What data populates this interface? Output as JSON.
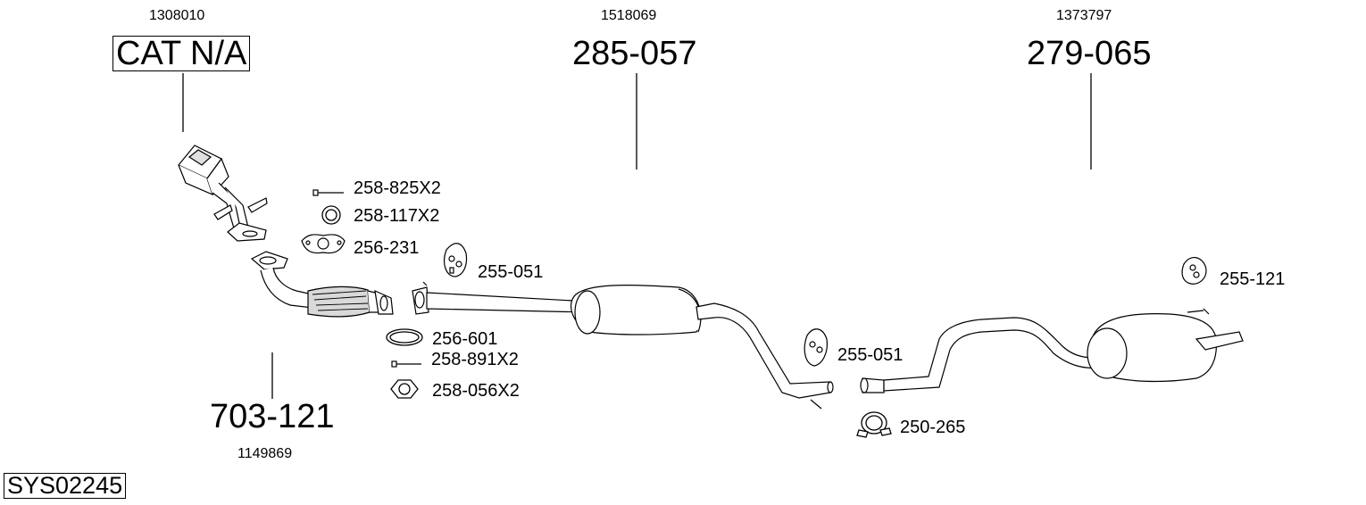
{
  "diagram": {
    "system_code": "SYS02245",
    "groups": [
      {
        "ref": "1308010",
        "part": "CAT N/A"
      },
      {
        "ref": "1518069",
        "part": "285-057"
      },
      {
        "ref": "1373797",
        "part": "279-065"
      },
      {
        "ref": "1149869",
        "part": "703-121"
      }
    ],
    "small_parts": [
      "258-825X2",
      "258-117X2",
      "256-231",
      "255-051",
      "256-601",
      "258-891X2",
      "258-056X2",
      "255-051",
      "250-265",
      "255-121"
    ]
  },
  "colors": {
    "line": "#000000",
    "fill": "#ffffff",
    "shade": "#d9d9d9"
  }
}
